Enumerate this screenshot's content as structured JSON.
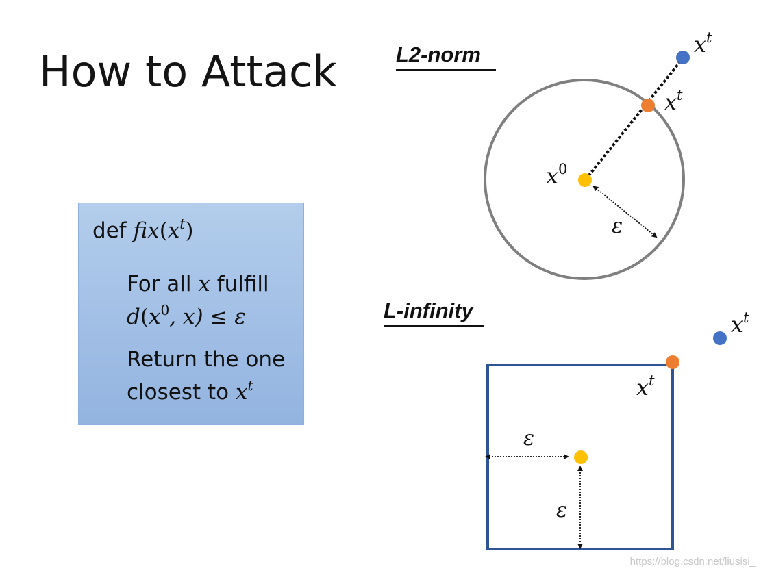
{
  "slide": {
    "title": "How to Attack",
    "watermark": "https://blog.csdn.net/liusisi_"
  },
  "code_box": {
    "def_keyword": "def",
    "func_name": "fix",
    "func_arg": "x",
    "func_arg_sup": "t",
    "line1_text": "For all",
    "line1_var": "x",
    "line1_rest": "fulfill",
    "line2_d": "d",
    "line2_x0": "x",
    "line2_x0_sup": "0",
    "line2_rest": ", x) ≤ ε",
    "line3": "Return the one",
    "line4_text": "closest to",
    "line4_var": "x",
    "line4_sup": "t"
  },
  "l2_panel": {
    "heading": "L2-norm",
    "label_xt_outer": "x",
    "label_xt_outer_sup": "t",
    "label_xt_proj": "x",
    "label_xt_proj_sup": "t",
    "label_x0": "x",
    "label_x0_sup": "0",
    "label_eps": "ε"
  },
  "linf_panel": {
    "heading": "L-infinity",
    "label_xt_outer": "x",
    "label_xt_outer_sup": "t",
    "label_xt_proj": "x",
    "label_xt_proj_sup": "t",
    "label_eps_h": "ε",
    "label_eps_v": "ε"
  },
  "colors": {
    "point_blue": "#4472c4",
    "point_orange": "#ed7d31",
    "point_yellow": "#ffc000",
    "circle_stroke": "#7f7f7f",
    "square_stroke": "#2f5597"
  }
}
